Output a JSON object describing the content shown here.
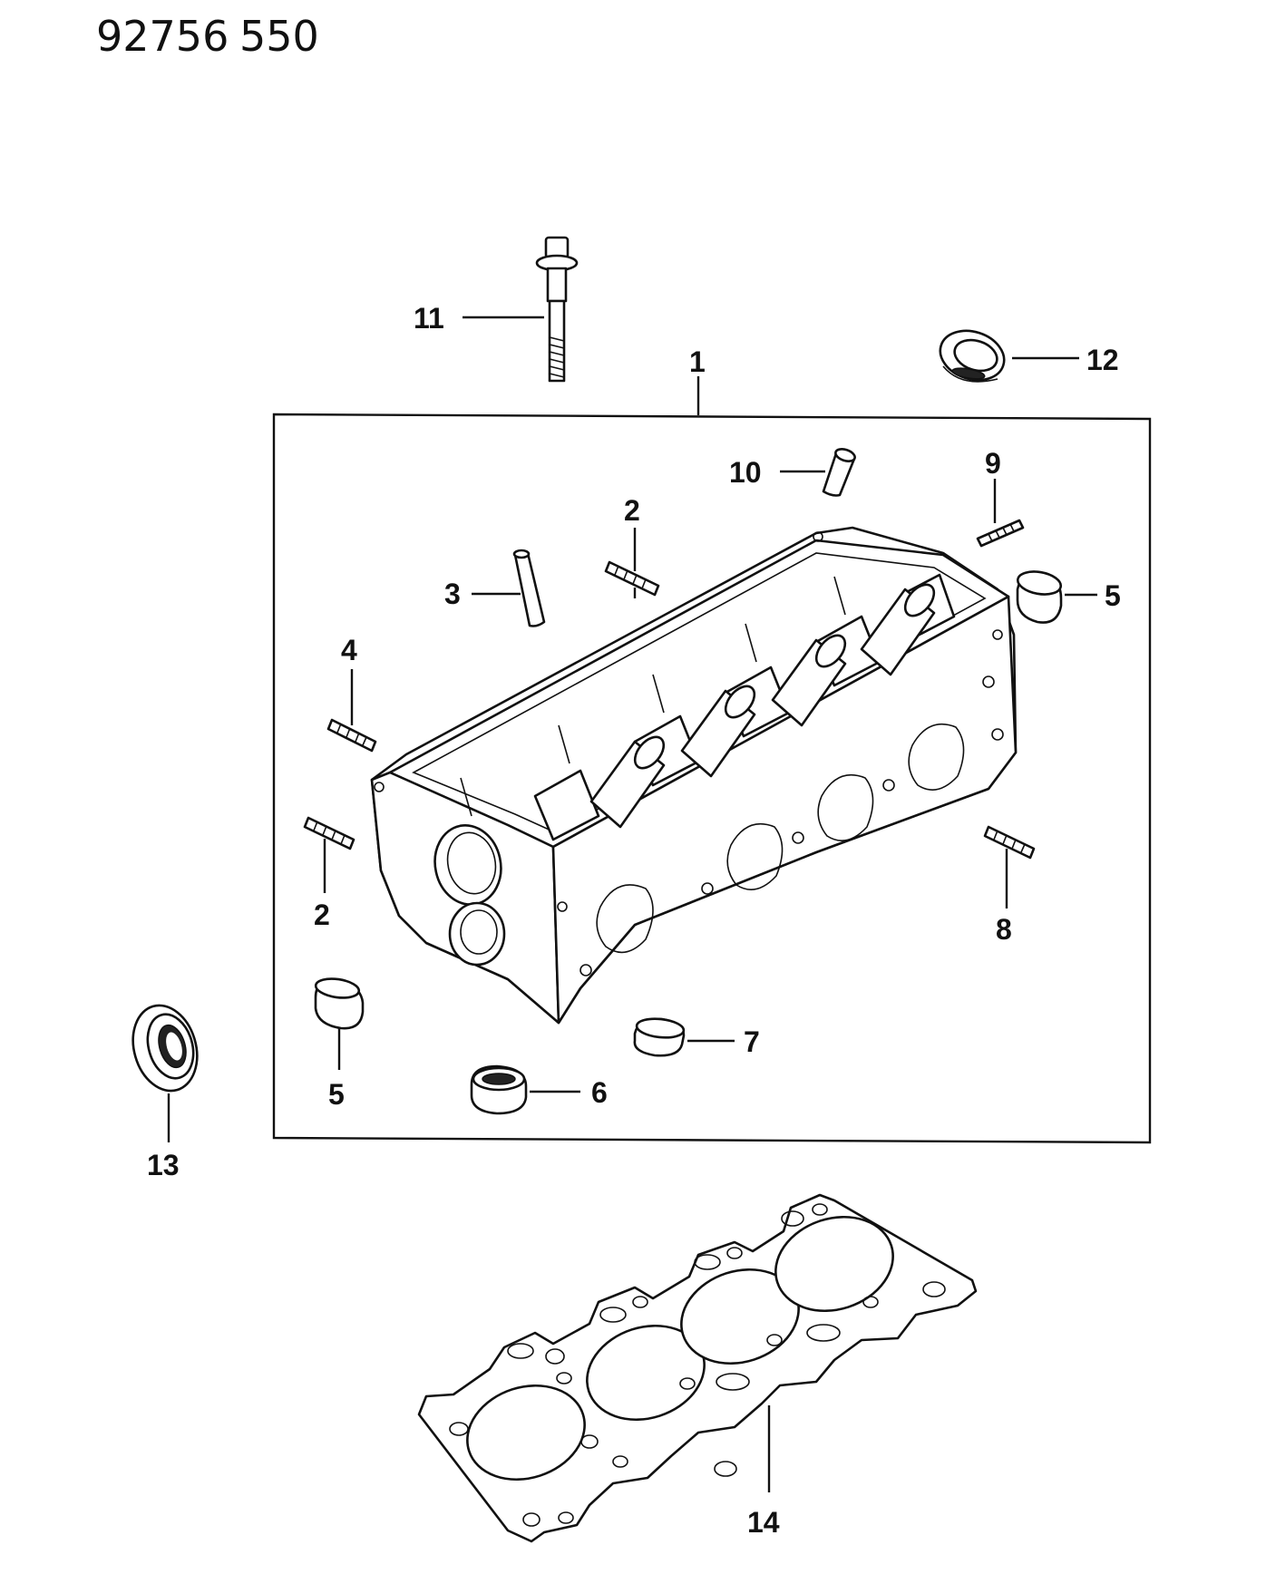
{
  "header": {
    "code_left": "92756",
    "code_right": "550"
  },
  "callouts": {
    "c1": "1",
    "c2a": "2",
    "c2b": "2",
    "c3": "3",
    "c4": "4",
    "c5a": "5",
    "c5b": "5",
    "c6": "6",
    "c7": "7",
    "c8": "8",
    "c9": "9",
    "c10": "10",
    "c11": "11",
    "c12": "12",
    "c13": "13",
    "c14": "14"
  },
  "parts": [
    {
      "callout": "1",
      "icon": "cylinder-head-icon"
    },
    {
      "callout": "2",
      "icon": "stud-icon"
    },
    {
      "callout": "3",
      "icon": "pin-icon"
    },
    {
      "callout": "4",
      "icon": "stud-icon"
    },
    {
      "callout": "5",
      "icon": "plug-icon"
    },
    {
      "callout": "6",
      "icon": "ring-icon"
    },
    {
      "callout": "7",
      "icon": "ring-icon"
    },
    {
      "callout": "8",
      "icon": "stud-icon"
    },
    {
      "callout": "9",
      "icon": "stud-icon"
    },
    {
      "callout": "10",
      "icon": "pin-icon"
    },
    {
      "callout": "11",
      "icon": "bolt-icon"
    },
    {
      "callout": "12",
      "icon": "cap-icon"
    },
    {
      "callout": "13",
      "icon": "oil-seal-icon"
    },
    {
      "callout": "14",
      "icon": "head-gasket-icon"
    }
  ]
}
